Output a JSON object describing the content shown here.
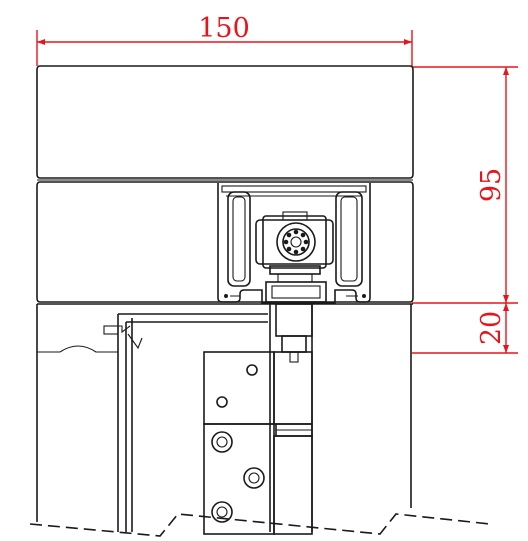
{
  "dimensions": {
    "width_label": "150",
    "height_label": "95",
    "gap_label": "20"
  },
  "colors": {
    "dimension": "#e8141c",
    "ink": "#1a1a1a",
    "background": "#ffffff"
  }
}
